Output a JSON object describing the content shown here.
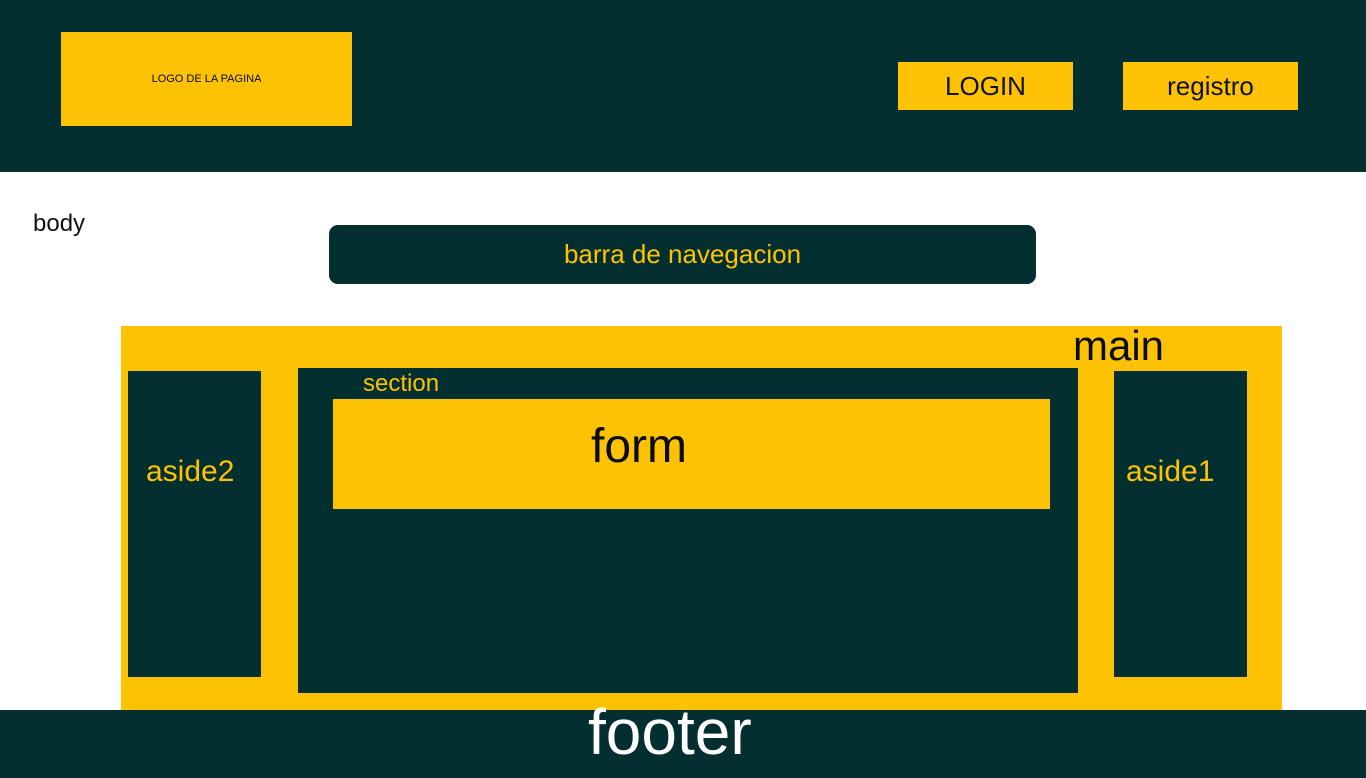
{
  "header": {
    "logo_text": "LOGO  DE LA PAGINA",
    "login_label": "LOGIN",
    "registro_label": "registro"
  },
  "body_label": "body",
  "nav": {
    "label": "barra de navegacion"
  },
  "main": {
    "label": "main",
    "aside2_label": "aside2",
    "section_label": "section",
    "form_label": "form",
    "aside1_label": "aside1"
  },
  "footer": {
    "label": "footer"
  },
  "colors": {
    "dark": "#032f30",
    "accent": "#fdc204",
    "background": "#ffffff"
  }
}
